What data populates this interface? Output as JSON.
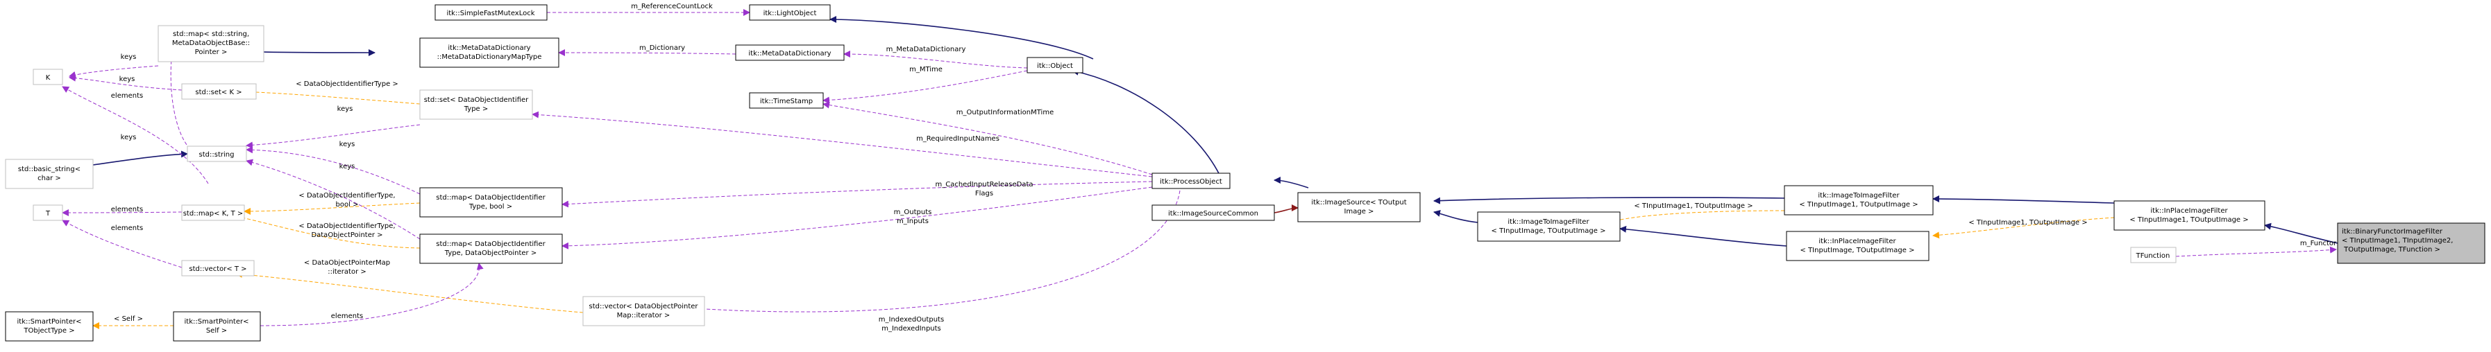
{
  "nodes": {
    "simple_fast_mutex_lock": [
      "itk::SimpleFastMutexLock"
    ],
    "light_object": [
      "itk::LightObject"
    ],
    "std_map_string": [
      "std::map< std::string,",
      "MetaDataObjectBase::",
      "Pointer >"
    ],
    "meta_data_dictionary_map_type": [
      "itk::MetaDataDictionary",
      "::MetaDataDictionaryMapType"
    ],
    "meta_data_dictionary": [
      "itk::MetaDataDictionary"
    ],
    "object": [
      "itk::Object"
    ],
    "k": [
      "K"
    ],
    "std_set_k": [
      "std::set< K >"
    ],
    "std_set_data_object_identifier": [
      "std::set< DataObjectIdentifier",
      "Type >"
    ],
    "time_stamp": [
      "itk::TimeStamp"
    ],
    "std_string": [
      "std::string"
    ],
    "std_basic_string": [
      "std::basic_string<",
      "char >"
    ],
    "process_object": [
      "itk::ProcessObject"
    ],
    "image_source_common": [
      "itk::ImageSourceCommon"
    ],
    "image_source": [
      "itk::ImageSource< TOutput",
      "Image >"
    ],
    "t": [
      "T"
    ],
    "std_map_k_t": [
      "std::map< K, T >"
    ],
    "std_map_data_object_identifier_bool": [
      "std::map< DataObjectIdentifier",
      "Type, bool >"
    ],
    "std_map_data_object_identifier_pointer": [
      "std::map< DataObjectIdentifier",
      "Type, DataObjectPointer >"
    ],
    "std_vector_t": [
      "std::vector< T >"
    ],
    "std_vector_data_object_pointer": [
      "std::vector< DataObjectPointer",
      "Map::iterator >"
    ],
    "smart_pointer_tobjecttype": [
      "itk::SmartPointer<",
      "TObjectType >"
    ],
    "smart_pointer_self": [
      "itk::SmartPointer<",
      "Self >"
    ],
    "image_to_image_filter_1": [
      "itk::ImageToImageFilter",
      "< TInputImage, TOutputImage >"
    ],
    "image_to_image_filter_2": [
      "itk::ImageToImageFilter",
      "< TInputImage1, TOutputImage >"
    ],
    "in_place_image_filter_1": [
      "itk::InPlaceImageFilter",
      "< TInputImage, TOutputImage >"
    ],
    "in_place_image_filter_2": [
      "itk::InPlaceImageFilter",
      "< TInputImage1, TOutputImage >"
    ],
    "tfunction": [
      "TFunction"
    ],
    "binary_functor_image_filter": [
      "itk::BinaryFunctorImageFilter",
      "< TInputImage1, TInputImage2,",
      " TOutputImage, TFunction >"
    ]
  },
  "edge_labels": {
    "reference_count_lock": [
      "m_ReferenceCountLock"
    ],
    "dictionary": [
      "m_Dictionary"
    ],
    "meta_data_dictionary": [
      "m_MetaDataDictionary"
    ],
    "mtime": [
      "m_MTime"
    ],
    "keys_a": [
      "keys"
    ],
    "keys_b": [
      "keys"
    ],
    "keys_c": [
      "keys"
    ],
    "keys_d": [
      "keys"
    ],
    "keys_e": [
      "keys"
    ],
    "elements_a": [
      "elements"
    ],
    "elements_b": [
      "elements"
    ],
    "elements_c": [
      "elements"
    ],
    "elements_d": [
      "elements"
    ],
    "data_object_identifier_type": [
      "< DataObjectIdentifierType >"
    ],
    "output_information_mtime": [
      "m_OutputInformationMTime"
    ],
    "required_input_names": [
      "m_RequiredInputNames"
    ],
    "cached_input_release_data_flags": [
      "m_CachedInputReleaseData",
      "Flags"
    ],
    "outputs_inputs": [
      "m_Outputs",
      "m_Inputs"
    ],
    "indexed_outputs_inputs": [
      "m_IndexedOutputs",
      "m_IndexedInputs"
    ],
    "identifier_type_bool": [
      "< DataObjectIdentifierType,",
      "bool >"
    ],
    "identifier_type_pointer": [
      "< DataObjectIdentifierType,",
      "DataObjectPointer >"
    ],
    "pointer_map_iterator": [
      "< DataObjectPointerMap",
      "::iterator >"
    ],
    "self": [
      "< Self >"
    ],
    "tinputimage1_toutputimage_a": [
      "< TInputImage1, TOutputImage >"
    ],
    "tinputimage1_toutputimage_b": [
      "< TInputImage1, TOutputImage >"
    ],
    "functor": [
      "m_Functor"
    ]
  },
  "colors": {
    "inheritance": "#191970",
    "usage": "#9a32cd",
    "template": "#ffa500",
    "dependency": "#8b1a1a",
    "focus_fill": "#bfbfbf",
    "grey_border": "#bfbfbf"
  }
}
